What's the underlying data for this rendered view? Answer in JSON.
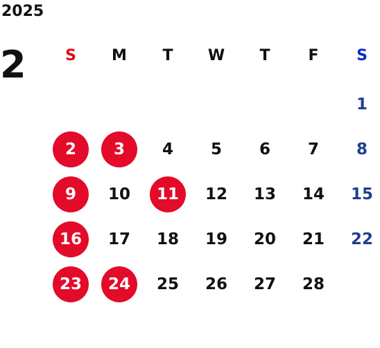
{
  "year": "2025",
  "month": "2",
  "weekdays": [
    "S",
    "M",
    "T",
    "W",
    "T",
    "F",
    "S"
  ],
  "colors": {
    "sunday_header": "#e30b17",
    "saturday_header": "#0c2ac9",
    "saturday_number": "#1f3f8f",
    "holiday_circle": "#e30b29",
    "text": "#111111"
  },
  "weeks": [
    [
      "",
      "",
      "",
      "",
      "",
      "",
      "1"
    ],
    [
      "2",
      "3",
      "4",
      "5",
      "6",
      "7",
      "8"
    ],
    [
      "9",
      "10",
      "11",
      "12",
      "13",
      "14",
      "15"
    ],
    [
      "16",
      "17",
      "18",
      "19",
      "20",
      "21",
      "22"
    ],
    [
      "23",
      "24",
      "25",
      "26",
      "27",
      "28",
      ""
    ]
  ],
  "holidays": [
    "2",
    "3",
    "9",
    "11",
    "16",
    "23",
    "24"
  ]
}
